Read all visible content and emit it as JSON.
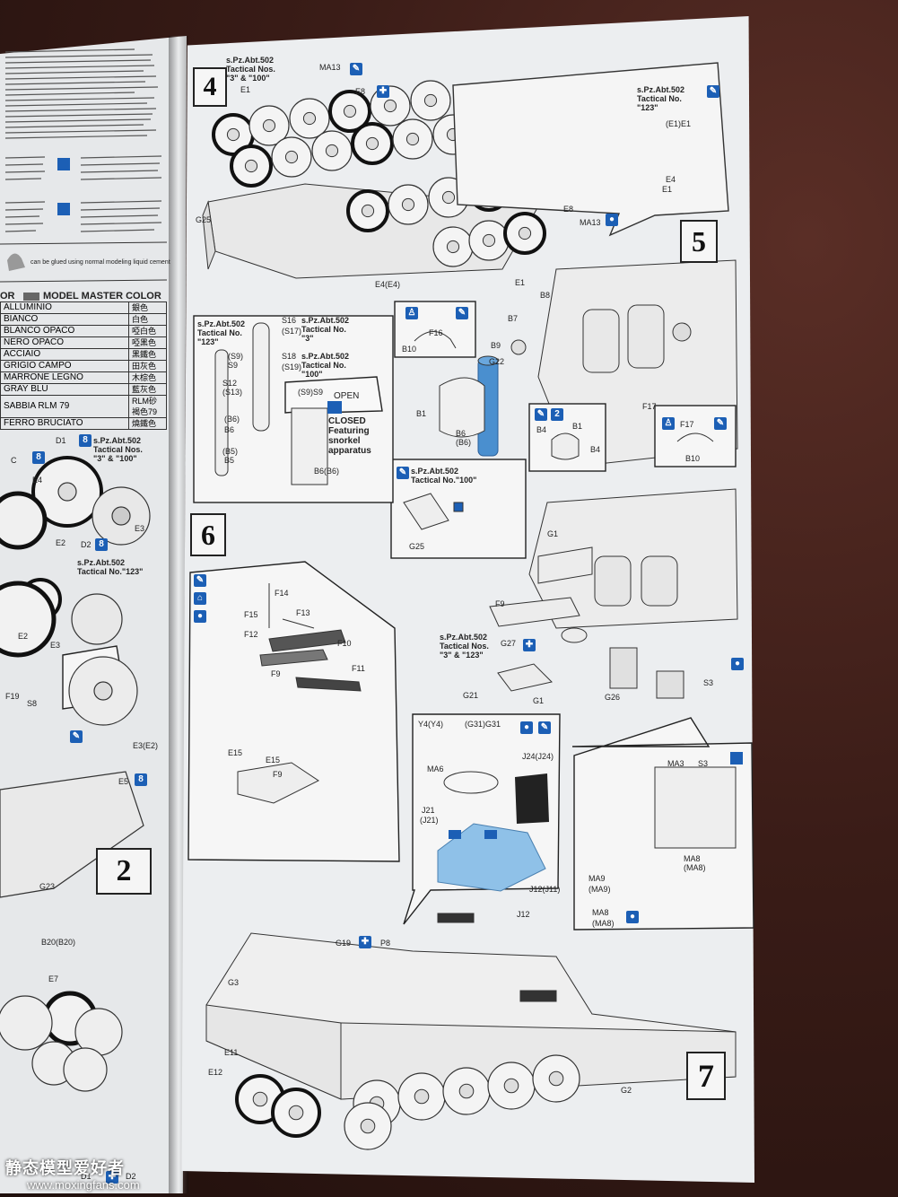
{
  "photo": {
    "steps": {
      "s2": "2",
      "s4": "4",
      "s5": "5",
      "s6": "6",
      "s7": "7"
    },
    "color_table": {
      "header": "MODEL MASTER COLOR",
      "header_left": "OR",
      "rows": [
        [
          "ALLUMINIO",
          "銀色"
        ],
        [
          "BIANCO",
          "白色"
        ],
        [
          "BLANCO OPACO",
          "啞白色"
        ],
        [
          "NERO OPACO",
          "啞黑色"
        ],
        [
          "ACCIAIO",
          "黑鐵色"
        ],
        [
          "GRIGIO CAMPO",
          "田灰色"
        ],
        [
          "MARRONE LEGNO",
          "木棕色"
        ],
        [
          "GRAY BLU",
          "藍灰色"
        ],
        [
          "SABBIA RLM 79",
          "RLM砂褐色79"
        ],
        [
          "FERRO BRUCIATO",
          "燒鐵色"
        ]
      ]
    },
    "glue_note": "can be glued using normal modeling liquid cement",
    "callouts": {
      "step4_top": "s.Pz.Abt.502\nTactical Nos.\n\"3\" & \"100\"",
      "step4_right": "s.Pz.Abt.502\nTactical No.\n\"123\"",
      "snorkel_123": "s.Pz.Abt.502\nTactical No.\n\"123\"",
      "snorkel_3": "s.Pz.Abt.502\nTactical No.\n\"3\"",
      "snorkel_100": "s.Pz.Abt.502\nTactical No.\n\"100\"",
      "open": "OPEN",
      "closed": "CLOSED\nFeaturing\nsnorkel\napparatus",
      "step5_100": "s.Pz.Abt.502\nTactical No.\"100\"",
      "step6_3_123": "s.Pz.Abt.502\nTactical Nos.\n\"3\" & \"123\"",
      "left_3_100": "s.Pz.Abt.502\nTactical Nos.\n\"3\" & \"100\"",
      "left_123": "s.Pz.Abt.502\nTactical No.\"123\""
    },
    "part_labels": {
      "step4": [
        "MA13",
        "E8",
        "E1",
        "G25",
        "E4(E4)",
        "E1",
        "(E1)E1",
        "E4",
        "E1",
        "E8",
        "MA13"
      ],
      "step5": [
        "B8",
        "B7",
        "B10",
        "F16",
        "B9",
        "G22",
        "B1",
        "B6",
        "(B6)",
        "B4",
        "B1",
        "B4",
        "F17",
        "F17",
        "B10",
        "G25"
      ],
      "snorkel": [
        "S16",
        "(S17)",
        "S18",
        "(S19)",
        "(S9)",
        "S9",
        "S12",
        "(S13)",
        "(B6)",
        "B6",
        "(B5)",
        "B5",
        "(S9)S9",
        "B6(B6)"
      ],
      "step6": [
        "G1",
        "F9",
        "G27",
        "G21",
        "G1",
        "G26",
        "S3",
        "F14",
        "F15",
        "F13",
        "F12",
        "F10",
        "F9",
        "F11",
        "E15",
        "E15",
        "F9"
      ],
      "step6_detail": [
        "Y4(Y4)",
        "(G31)G31",
        "MA6",
        "J24(J24)",
        "J21",
        "(J21)",
        "J12(J11)",
        "MA3",
        "S3",
        "MA8",
        "(MA8)",
        "MA9",
        "(MA9)",
        "MA8",
        "(MA8)"
      ],
      "step7": [
        "G19",
        "P8",
        "J12",
        "G3",
        "E11",
        "E12",
        "G2"
      ],
      "left": [
        "D1",
        "x8",
        "C",
        "x8",
        "E4",
        "E2",
        "E3",
        "D2",
        "x8",
        "E2",
        "E3",
        "E3(E2)",
        "F19",
        "S8",
        "E5",
        "x8",
        "G23",
        "B20(B20)",
        "E7",
        "D1",
        "D2"
      ]
    },
    "watermark": {
      "cn": "静态模型爱好者",
      "url": "www.moxingfans.com"
    },
    "colors": {
      "accent_blue": "#1c5fb5",
      "highlight_blue": "#8fc1e8",
      "paper": "#eceef0",
      "table": "#3a1c17"
    }
  }
}
